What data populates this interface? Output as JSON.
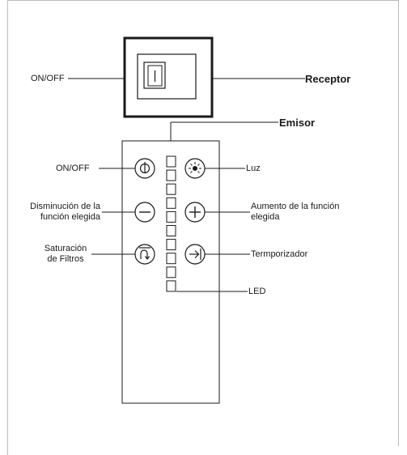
{
  "receptor": {
    "on_off_label": "ON/OFF",
    "title": "Receptor"
  },
  "emisor": {
    "title": "Emisor",
    "labels": {
      "on_off": "ON/OFF",
      "luz": "Luz",
      "disminucion_line1": "Disminución de la",
      "disminucion_line2": "función elegida",
      "aumento_line1": "Aumento de la función",
      "aumento_line2": "elegida",
      "saturacion_line1": "Saturación",
      "saturacion_line2": "de Filtros",
      "temporizador": "Termporizador",
      "led": "LED"
    },
    "led_count": 10
  },
  "icons": {
    "receptor_switch": "power-switch-icon",
    "power": "power-icon",
    "light": "light-icon",
    "minus": "minus-icon",
    "plus": "plus-icon",
    "filter": "filter-saturation-icon",
    "timer": "timer-arrow-icon"
  },
  "colors": {
    "stroke": "#1a1a1a",
    "page_border": "#bbbbbb",
    "background": "#ffffff"
  }
}
